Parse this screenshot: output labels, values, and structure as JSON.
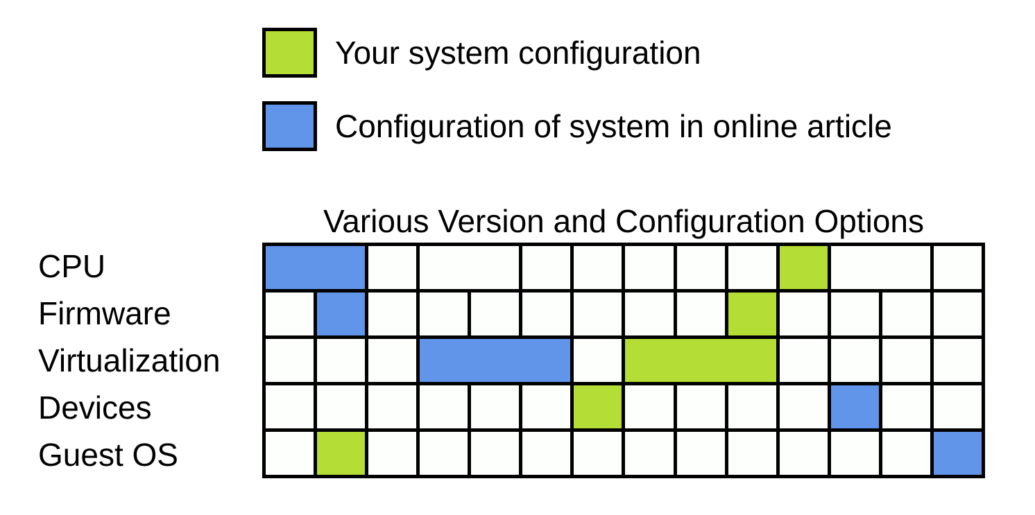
{
  "colors": {
    "green": "#b4dd35",
    "blue": "#6195e9",
    "empty": "#fdfffd",
    "line": "#000000",
    "text": "#000000",
    "background": "#ffffff"
  },
  "legend": {
    "items": [
      {
        "label": "Your system configuration",
        "color": "green"
      },
      {
        "label": "Configuration of system in online article",
        "color": "blue"
      }
    ]
  },
  "figure": {
    "title": "Various Version and Configuration Options",
    "columns": 14,
    "rows": [
      {
        "label": "CPU",
        "cells": [
          {
            "span": 2,
            "fill": "blue"
          },
          {
            "span": 1,
            "fill": "none"
          },
          {
            "span": 2,
            "fill": "none"
          },
          {
            "span": 1,
            "fill": "none"
          },
          {
            "span": 1,
            "fill": "none"
          },
          {
            "span": 1,
            "fill": "none"
          },
          {
            "span": 1,
            "fill": "none"
          },
          {
            "span": 1,
            "fill": "none"
          },
          {
            "span": 1,
            "fill": "green"
          },
          {
            "span": 2,
            "fill": "none"
          },
          {
            "span": 1,
            "fill": "none"
          }
        ]
      },
      {
        "label": "Firmware",
        "cells": [
          {
            "span": 1,
            "fill": "none"
          },
          {
            "span": 1,
            "fill": "blue"
          },
          {
            "span": 1,
            "fill": "none"
          },
          {
            "span": 1,
            "fill": "none"
          },
          {
            "span": 1,
            "fill": "none"
          },
          {
            "span": 1,
            "fill": "none"
          },
          {
            "span": 1,
            "fill": "none"
          },
          {
            "span": 1,
            "fill": "none"
          },
          {
            "span": 1,
            "fill": "none"
          },
          {
            "span": 1,
            "fill": "green"
          },
          {
            "span": 1,
            "fill": "none"
          },
          {
            "span": 1,
            "fill": "none"
          },
          {
            "span": 1,
            "fill": "none"
          },
          {
            "span": 1,
            "fill": "none"
          }
        ]
      },
      {
        "label": "Virtualization",
        "cells": [
          {
            "span": 1,
            "fill": "none"
          },
          {
            "span": 1,
            "fill": "none"
          },
          {
            "span": 1,
            "fill": "none"
          },
          {
            "span": 3,
            "fill": "blue"
          },
          {
            "span": 1,
            "fill": "none"
          },
          {
            "span": 3,
            "fill": "green"
          },
          {
            "span": 1,
            "fill": "none"
          },
          {
            "span": 1,
            "fill": "none"
          },
          {
            "span": 1,
            "fill": "none"
          },
          {
            "span": 1,
            "fill": "none"
          }
        ]
      },
      {
        "label": "Devices",
        "cells": [
          {
            "span": 1,
            "fill": "none"
          },
          {
            "span": 1,
            "fill": "none"
          },
          {
            "span": 1,
            "fill": "none"
          },
          {
            "span": 1,
            "fill": "none"
          },
          {
            "span": 1,
            "fill": "none"
          },
          {
            "span": 1,
            "fill": "none"
          },
          {
            "span": 1,
            "fill": "green"
          },
          {
            "span": 1,
            "fill": "none"
          },
          {
            "span": 1,
            "fill": "none"
          },
          {
            "span": 1,
            "fill": "none"
          },
          {
            "span": 1,
            "fill": "none"
          },
          {
            "span": 1,
            "fill": "blue"
          },
          {
            "span": 1,
            "fill": "none"
          },
          {
            "span": 1,
            "fill": "none"
          }
        ]
      },
      {
        "label": "Guest OS",
        "cells": [
          {
            "span": 1,
            "fill": "none"
          },
          {
            "span": 1,
            "fill": "green"
          },
          {
            "span": 1,
            "fill": "none"
          },
          {
            "span": 1,
            "fill": "none"
          },
          {
            "span": 1,
            "fill": "none"
          },
          {
            "span": 1,
            "fill": "none"
          },
          {
            "span": 1,
            "fill": "none"
          },
          {
            "span": 1,
            "fill": "none"
          },
          {
            "span": 1,
            "fill": "none"
          },
          {
            "span": 1,
            "fill": "none"
          },
          {
            "span": 1,
            "fill": "none"
          },
          {
            "span": 1,
            "fill": "none"
          },
          {
            "span": 1,
            "fill": "none"
          },
          {
            "span": 1,
            "fill": "blue"
          }
        ]
      }
    ]
  }
}
